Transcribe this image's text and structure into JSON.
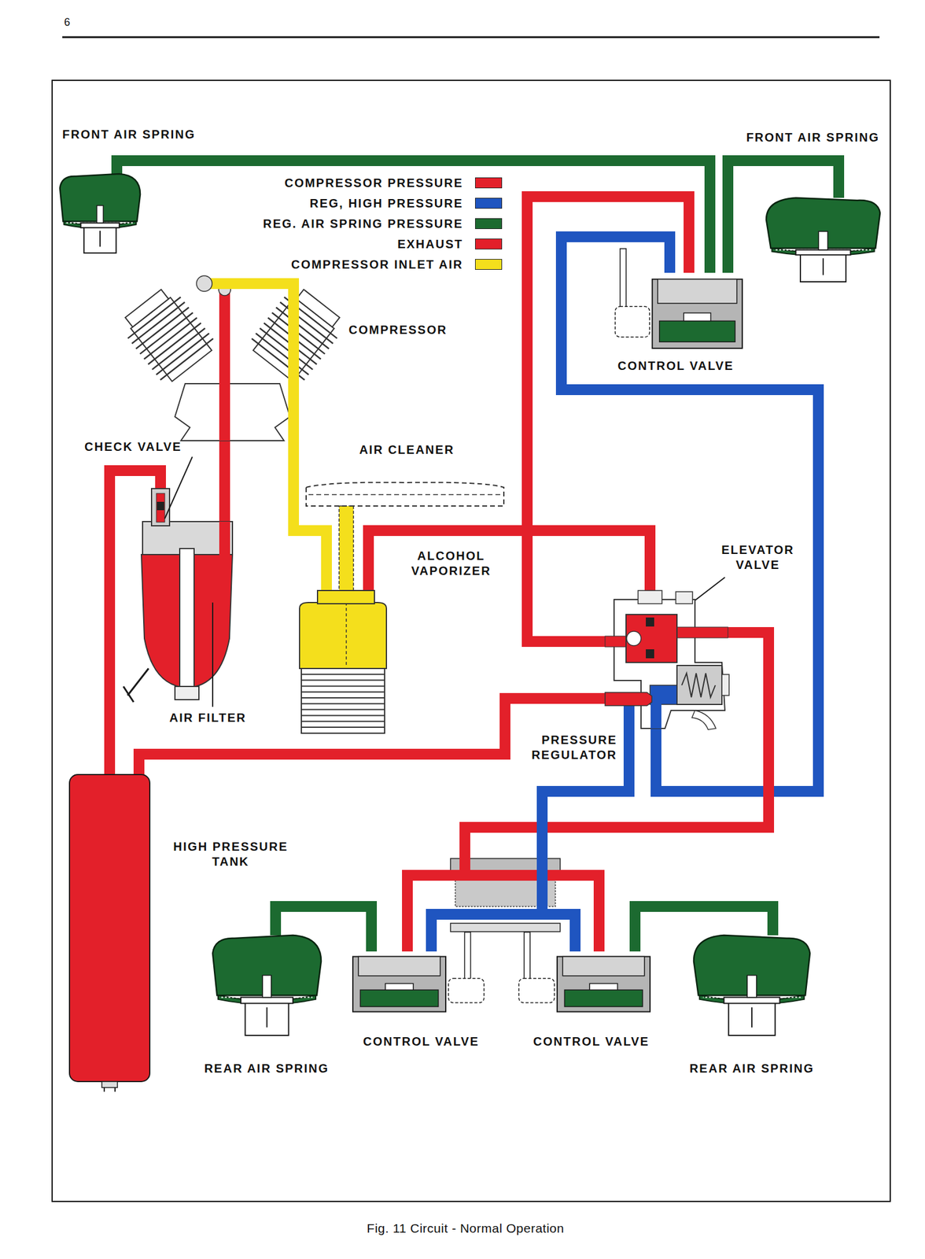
{
  "diagram": {
    "caption": "Fig. 11 Circuit - Normal Operation",
    "nodes": [
      {
        "text": [
          "FRONT AIR SPRING"
        ]
      },
      {
        "text": [
          "FRONT AIR SPRING"
        ]
      },
      {
        "text": [
          "COMPRESSOR"
        ]
      },
      {
        "text": [
          "CONTROL VALVE"
        ]
      },
      {
        "text": [
          "CHECK VALVE",
          "AIR FILTER"
        ]
      },
      {
        "text": [
          "AIR CLEANER"
        ]
      },
      {
        "text": [
          "ALCOHOL VAPORIZER"
        ]
      },
      {
        "text": [
          "ELEVATOR VALVE",
          "PRESSURE REGULATOR"
        ]
      },
      {
        "text": [
          "HIGH PRESSURE TANK"
        ]
      },
      {
        "text": [
          "REAR AIR SPRING"
        ]
      },
      {
        "text": [
          "CONTROL VALVE"
        ]
      },
      {
        "text": [
          "CONTROL VALVE"
        ]
      },
      {
        "text": [
          "REAR AIR SPRING"
        ]
      }
    ],
    "edges": [
      {
        "from": 3,
        "to": 0,
        "arrow": "none"
      },
      {
        "from": 3,
        "to": 1,
        "arrow": "none"
      },
      {
        "from": 6,
        "to": 2,
        "arrow": "none"
      },
      {
        "from": 2,
        "to": 4,
        "arrow": "none"
      },
      {
        "from": 4,
        "to": 8,
        "arrow": "none"
      },
      {
        "from": 8,
        "to": 7,
        "arrow": "none"
      },
      {
        "from": 7,
        "to": 3,
        "arrow": "none"
      },
      {
        "from": 7,
        "to": 6,
        "arrow": "none"
      },
      {
        "from": 7,
        "to": 3,
        "arrow": "none"
      },
      {
        "from": 7,
        "to": 10,
        "arrow": "none"
      },
      {
        "from": 7,
        "to": 11,
        "arrow": "none"
      },
      {
        "from": 7,
        "to": 10,
        "arrow": "none"
      },
      {
        "from": 7,
        "to": 11,
        "arrow": "none"
      },
      {
        "from": 10,
        "to": 9,
        "arrow": "none"
      },
      {
        "from": 11,
        "to": 12,
        "arrow": "none"
      }
    ],
    "labels": [
      "6"
    ],
    "legend": [
      {
        "text": "COMPRESSOR PRESSURE",
        "color": "#e3202a"
      },
      {
        "text": "REG, HIGH PRESSURE",
        "color": "#1f55c0"
      },
      {
        "text": "REG. AIR SPRING PRESSURE",
        "color": "#1c6a30"
      },
      {
        "text": "EXHAUST",
        "color": "#e3202a"
      },
      {
        "text": "COMPRESSOR INLET AIR",
        "color": "#f4df1c"
      }
    ]
  }
}
